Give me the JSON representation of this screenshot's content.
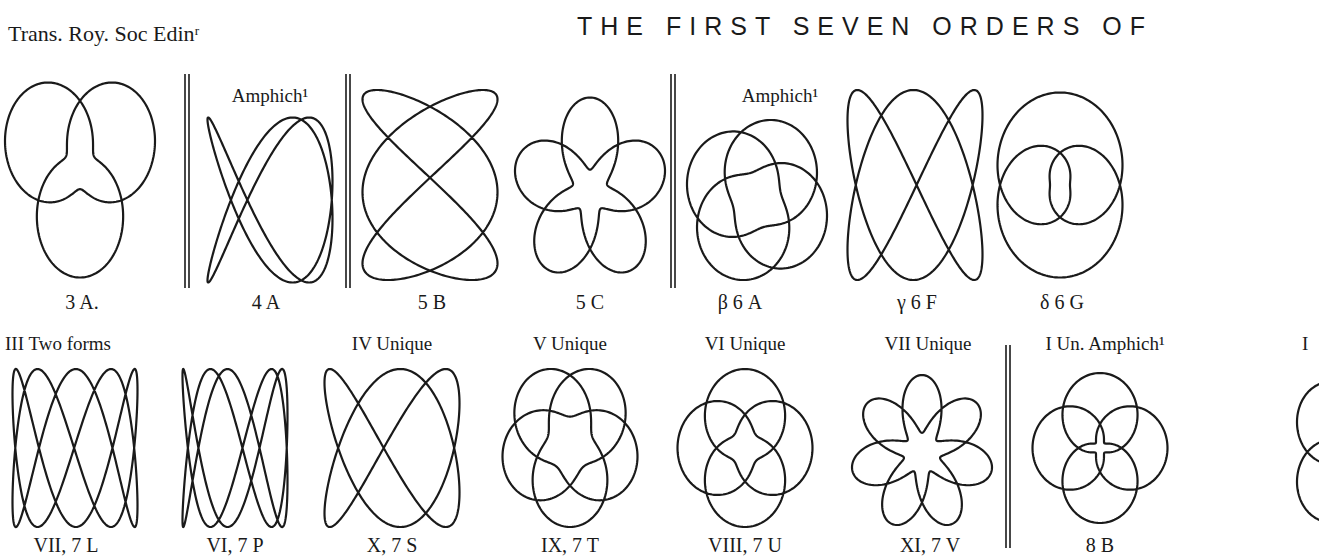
{
  "diagram": {
    "title": "THE FIRST SEVEN ORDERS OF",
    "labels": [
      "Trans. Roy. Soc Edinʳ",
      "Amphich¹",
      "Amphich¹",
      "3 A.",
      "4 A",
      "5 B",
      "5 C",
      "β 6 A",
      "γ 6 F",
      "δ 6 G",
      "III Two forms",
      "IV Unique",
      "V Unique",
      "VI Unique",
      "VII Unique",
      "I Un. Amphich¹",
      "I",
      "VII, 7 L",
      "VI, 7 P",
      "X, 7 S",
      "IX, 7 T",
      "VIII, 7 U",
      "XI, 7 V",
      "8 B"
    ]
  }
}
